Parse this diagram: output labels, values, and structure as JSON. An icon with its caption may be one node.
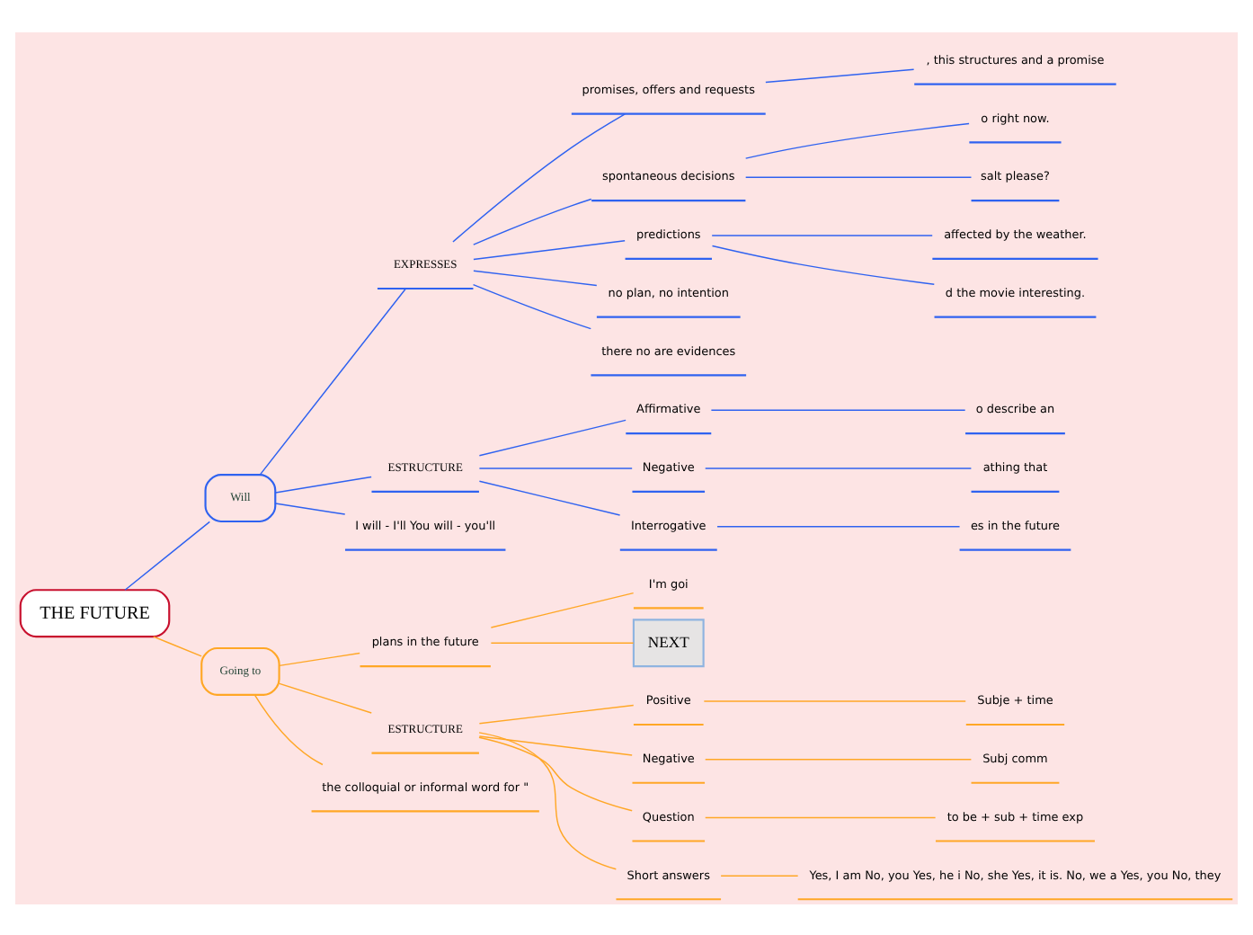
{
  "diagram": {
    "nodes": [
      {
        "text": [
          "THE FUTURE"
        ]
      },
      {
        "text": [
          "Will"
        ]
      },
      {
        "text": [
          "Going to"
        ]
      },
      {
        "text": [
          "EXPRESSES"
        ]
      },
      {
        "text": [
          "promises, offers and requests"
        ]
      },
      {
        "text": [
          ", this structures and a promise"
        ]
      },
      {
        "text": [
          "spontaneous decisions"
        ]
      },
      {
        "text": [
          "o right now."
        ]
      },
      {
        "text": [
          "salt please?"
        ]
      },
      {
        "text": [
          "predictions"
        ]
      },
      {
        "text": [
          "affected by the weather."
        ]
      },
      {
        "text": [
          "d the movie interesting."
        ]
      },
      {
        "text": [
          "no plan, no intention"
        ]
      },
      {
        "text": [
          "there no are evidences"
        ]
      },
      {
        "text": [
          "ESTRUCTURE"
        ]
      },
      {
        "text": [
          "Affirmative"
        ]
      },
      {
        "text": [
          "o describe an"
        ]
      },
      {
        "text": [
          "Negative"
        ]
      },
      {
        "text": [
          "athing that"
        ]
      },
      {
        "text": [
          "Interrogative"
        ]
      },
      {
        "text": [
          "es in the future"
        ]
      },
      {
        "text": [
          "I will - I'll You will - you'll"
        ]
      },
      {
        "text": [
          "plans in the future"
        ]
      },
      {
        "text": [
          "I'm goi"
        ]
      },
      {
        "text": [
          "NEXT"
        ]
      },
      {
        "text": [
          "ESTRUCTURE"
        ]
      },
      {
        "text": [
          "Positive"
        ]
      },
      {
        "text": [
          "Subje + time"
        ]
      },
      {
        "text": [
          "Negative"
        ]
      },
      {
        "text": [
          "Subj comm"
        ]
      },
      {
        "text": [
          "Question"
        ]
      },
      {
        "text": [
          "to be + sub + time exp"
        ]
      },
      {
        "text": [
          "Short answers"
        ]
      },
      {
        "text": [
          "Yes, I am No, you Yes, he i No, she Yes, it is. No, we a Yes, you No, they"
        ]
      },
      {
        "text": [
          "the colloquial or informal word for \""
        ]
      }
    ],
    "edges": [
      {
        "from": 0,
        "to": 1,
        "arrow": "none"
      },
      {
        "from": 0,
        "to": 2,
        "arrow": "none",
        "color": "#ffa726"
      },
      {
        "from": 1,
        "to": 3,
        "arrow": "none"
      },
      {
        "from": 3,
        "to": 4,
        "arrow": "none"
      },
      {
        "from": 4,
        "to": 5,
        "arrow": "none"
      },
      {
        "from": 3,
        "to": 6,
        "arrow": "none"
      },
      {
        "from": 6,
        "to": 7,
        "arrow": "none"
      },
      {
        "from": 6,
        "to": 8,
        "arrow": "none"
      },
      {
        "from": 3,
        "to": 9,
        "arrow": "none"
      },
      {
        "from": 9,
        "to": 10,
        "arrow": "none"
      },
      {
        "from": 9,
        "to": 11,
        "arrow": "none"
      },
      {
        "from": 3,
        "to": 12,
        "arrow": "none"
      },
      {
        "from": 3,
        "to": 13,
        "arrow": "none"
      },
      {
        "from": 1,
        "to": 14,
        "arrow": "none"
      },
      {
        "from": 14,
        "to": 15,
        "arrow": "none"
      },
      {
        "from": 15,
        "to": 16,
        "arrow": "none"
      },
      {
        "from": 14,
        "to": 17,
        "arrow": "none"
      },
      {
        "from": 17,
        "to": 18,
        "arrow": "none"
      },
      {
        "from": 14,
        "to": 19,
        "arrow": "none"
      },
      {
        "from": 19,
        "to": 20,
        "arrow": "none"
      },
      {
        "from": 1,
        "to": 21,
        "arrow": "none"
      },
      {
        "from": 2,
        "to": 22,
        "arrow": "none",
        "color": "#ffa726"
      },
      {
        "from": 22,
        "to": 23,
        "arrow": "none",
        "color": "#ffa726"
      },
      {
        "from": 22,
        "to": 24,
        "arrow": "none",
        "color": "#ffa726"
      },
      {
        "from": 2,
        "to": 25,
        "arrow": "none",
        "color": "#ffa726"
      },
      {
        "from": 25,
        "to": 26,
        "arrow": "none",
        "color": "#ffa726"
      },
      {
        "from": 26,
        "to": 27,
        "arrow": "none",
        "color": "#ffa726"
      },
      {
        "from": 25,
        "to": 28,
        "arrow": "none",
        "color": "#ffa726"
      },
      {
        "from": 28,
        "to": 29,
        "arrow": "none",
        "color": "#ffa726"
      },
      {
        "from": 25,
        "to": 30,
        "arrow": "none",
        "color": "#ffa726"
      },
      {
        "from": 30,
        "to": 31,
        "arrow": "none",
        "color": "#ffa726"
      },
      {
        "from": 25,
        "to": 32,
        "arrow": "none",
        "color": "#ffa726"
      },
      {
        "from": 32,
        "to": 33,
        "arrow": "none",
        "color": "#ffa726"
      },
      {
        "from": 2,
        "to": 34,
        "arrow": "none",
        "color": "#ffa726"
      }
    ]
  }
}
